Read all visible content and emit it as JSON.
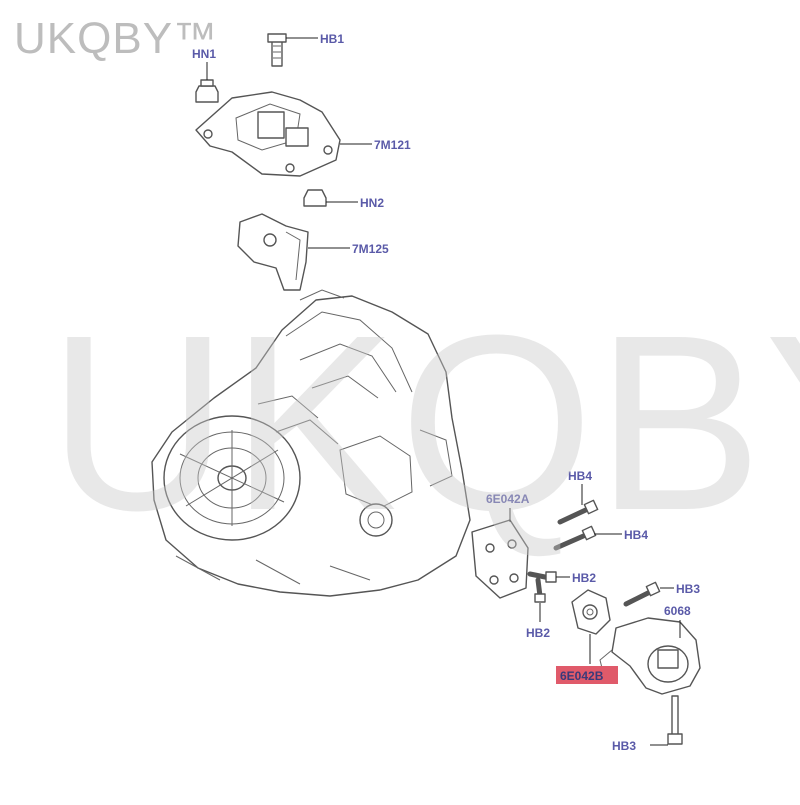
{
  "watermark": {
    "small": "UKQBY™",
    "big": "UKQBY™"
  },
  "callouts": {
    "hb1": "HB1",
    "hn1": "HN1",
    "p7m121": "7M121",
    "hn2": "HN2",
    "p7m125": "7M125",
    "hb4_top": "HB4",
    "p6e042a": "6E042A",
    "hb4_right": "HB4",
    "hb2_right": "HB2",
    "hb3_top": "HB3",
    "p6068": "6068",
    "hb2_bottom": "HB2",
    "p6e042b": "6E042B",
    "hb3_bottom": "HB3"
  },
  "colors": {
    "label": "#5a5aa8",
    "highlight": "#e05a6a"
  }
}
